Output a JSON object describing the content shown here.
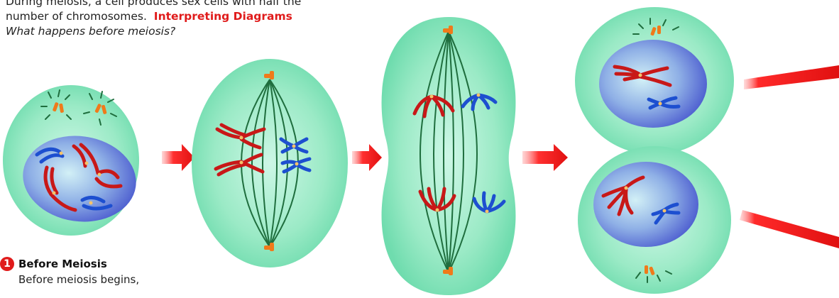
{
  "intro": {
    "line1": "During meiosis, a cell produces sex cells with half the",
    "line2_plain": "number of chromosomes.",
    "label": "Interpreting Diagrams",
    "question": "What happens before meiosis?"
  },
  "step1": {
    "number": "1",
    "title": "Before Meiosis",
    "text": "Before meiosis begins,"
  },
  "colors": {
    "cell_fill": "#8ee6bd",
    "cell_center": "#c9f6e3",
    "nucleus": "#5a68d8",
    "paternal_chromosome": "#c81818",
    "maternal_chromosome": "#1d4fd0",
    "centriole": "#f07a1a",
    "spindle": "#1f6e3e",
    "arrow": "#e01b1b"
  },
  "diagram": {
    "stages": [
      "before-meiosis",
      "prophase-1",
      "metaphase-1",
      "anaphase-1",
      "telophase-1"
    ]
  }
}
